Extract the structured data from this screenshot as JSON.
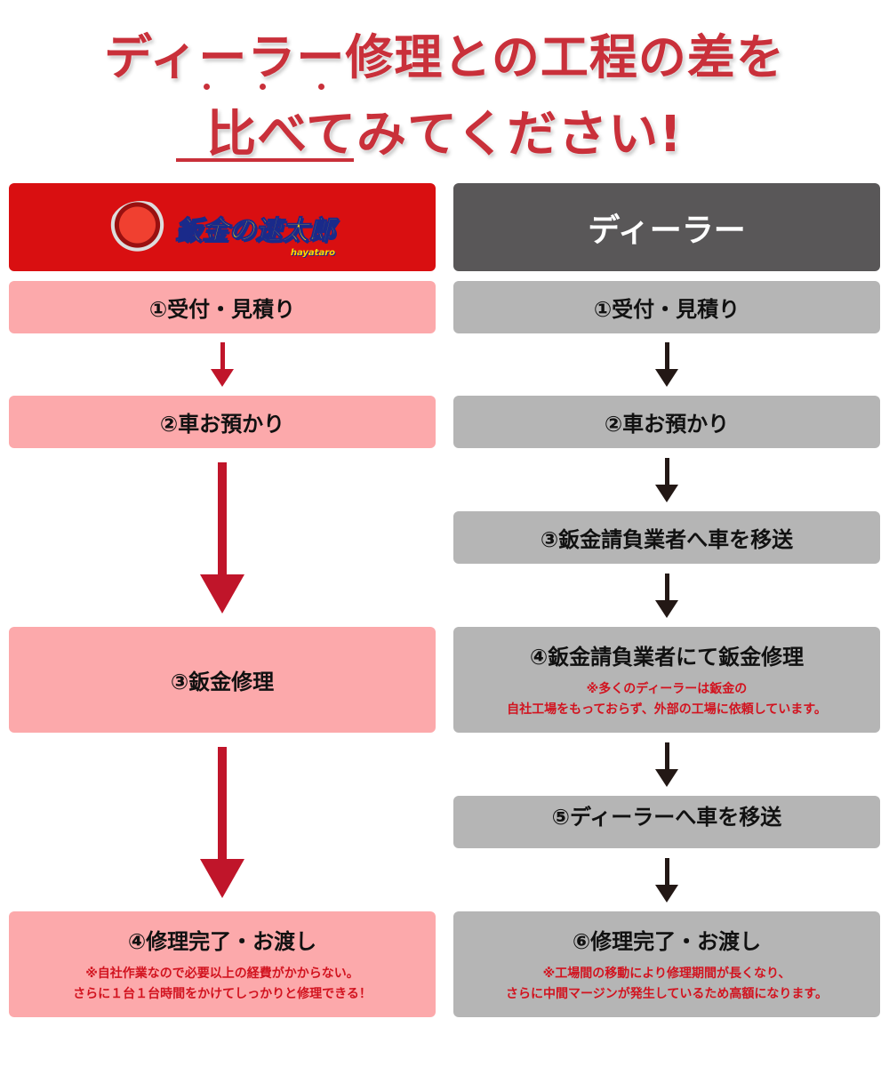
{
  "title": {
    "line1": "ディーラー修理との工程の差を",
    "line2": "比べてみてください!"
  },
  "left": {
    "logo_text": "鈑金の速太郎",
    "logo_sub": "hayataro",
    "steps": [
      {
        "label": "①受付・見積り"
      },
      {
        "label": "②車お預かり"
      },
      {
        "label": "③鈑金修理"
      },
      {
        "label": "④修理完了・お渡し",
        "note1": "※自社作業なので必要以上の経費がかからない。",
        "note2": "さらに１台１台時間をかけてしっかりと修理できる！"
      }
    ]
  },
  "right": {
    "header": "ディーラー",
    "steps": [
      {
        "label": "①受付・見積り"
      },
      {
        "label": "②車お預かり"
      },
      {
        "label": "③鈑金請負業者へ車を移送"
      },
      {
        "label": "④鈑金請負業者にて鈑金修理",
        "note1": "※多くのディーラーは鈑金の",
        "note2": "自社工場をもっておらず、外部の工場に依頼しています。"
      },
      {
        "label": "⑤ディーラーへ車を移送"
      },
      {
        "label": "⑥修理完了・お渡し",
        "note1": "※工場間の移動により修理期間が長くなり、",
        "note2": "さらに中間マージンが発生しているため高額になります。"
      }
    ]
  },
  "colors": {
    "accent": "#d90f11",
    "pink": "#fca9ab",
    "grey": "#b5b5b5",
    "dark": "#595758"
  }
}
